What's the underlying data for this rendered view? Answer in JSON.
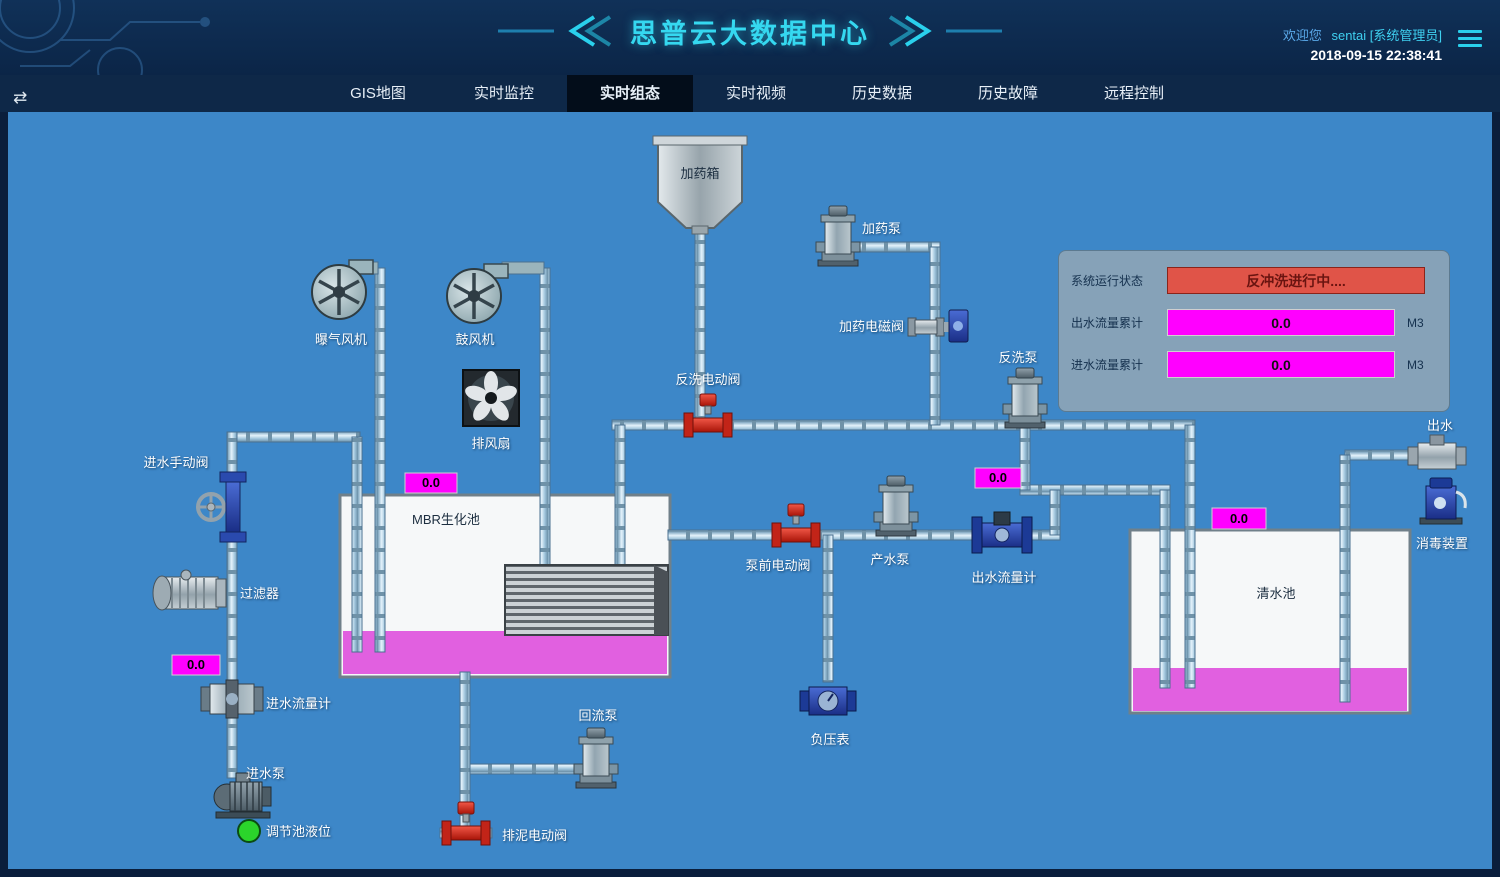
{
  "header": {
    "title": "思普云大数据中心",
    "welcome": "欢迎您",
    "user": "sentai [系统管理员]",
    "datetime": "2018-09-15 22:38:41"
  },
  "nav": {
    "collapse_icon": "⇄",
    "tabs": [
      {
        "label": "GIS地图"
      },
      {
        "label": "实时监控"
      },
      {
        "label": "实时组态"
      },
      {
        "label": "实时视频"
      },
      {
        "label": "历史数据"
      },
      {
        "label": "历史故障"
      },
      {
        "label": "远程控制"
      }
    ]
  },
  "panel": {
    "rows": [
      {
        "label": "系统运行状态",
        "value": "反冲洗进行中....",
        "unit": ""
      },
      {
        "label": "出水流量累计",
        "value": "0.0",
        "unit": "M3"
      },
      {
        "label": "进水流量累计",
        "value": "0.0",
        "unit": "M3"
      }
    ]
  },
  "diagram": {
    "labels": {
      "dosing_tank": "加药箱",
      "dosing_pump": "加药泵",
      "dosing_solenoid": "加药电磁阀",
      "backwash_pump": "反洗泵",
      "aeration_fan": "曝气风机",
      "blower": "鼓风机",
      "exhaust_fan": "排风扇",
      "inlet_manual_valve": "进水手动阀",
      "filter": "过滤器",
      "inlet_flowmeter": "进水流量计",
      "inlet_pump": "进水泵",
      "tank_level": "调节池液位",
      "mbr_tank": "MBR生化池",
      "backwash_valve": "反洗电动阀",
      "prepump_valve": "泵前电动阀",
      "product_pump": "产水泵",
      "outlet_flowmeter": "出水流量计",
      "reflux_pump": "回流泵",
      "sludge_valve": "排泥电动阀",
      "vacuum_gauge": "负压表",
      "clean_tank": "清水池",
      "outlet": "出水",
      "disinfection": "消毒装置"
    },
    "displays": {
      "mbr": "0.0",
      "outlet_meter": "0.0",
      "clean_tank": "0.0",
      "inlet_meter": "0.0"
    }
  },
  "colors": {
    "main_bg": "#3d87c8",
    "accent_cyan": "#2ad0ec",
    "value_bg": "#ff00ff",
    "alarm_bg": "#e05448",
    "liquid": "#e160e0"
  }
}
